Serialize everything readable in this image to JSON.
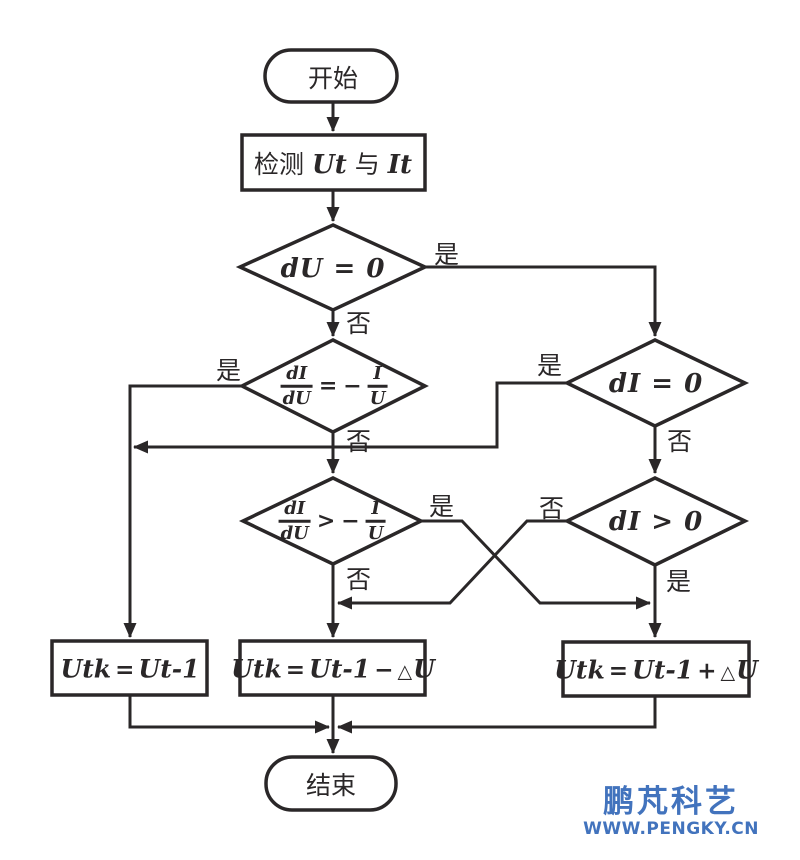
{
  "labels": {
    "yes": "是",
    "no": "否"
  },
  "nodes": {
    "start": "开始",
    "end": "结束",
    "detect": {
      "prefix": "检测",
      "v1": "U",
      "v1sub": "t",
      "conj": "与",
      "v2": "I",
      "v2sub": "t"
    },
    "d1": "dU = 0",
    "d2": {
      "n1": "dI",
      "d1": "dU",
      "rel": "=",
      "neg": "−",
      "n2": "I",
      "d2": "U"
    },
    "d3": "dI = 0",
    "d4": {
      "n1": "dI",
      "d1": "dU",
      "rel": ">",
      "neg": "−",
      "n2": "I",
      "d2": "U"
    },
    "d5": "dI > 0",
    "boxA": {
      "u1": "U",
      "s1": "tk",
      "eq": "=",
      "u2": "U",
      "s2": "t-1"
    },
    "boxB": {
      "u1": "U",
      "s1": "tk",
      "eq": "=",
      "u2": "U",
      "s2": "t-1",
      "op": "−",
      "tri": "△",
      "u3": "U"
    },
    "boxC": {
      "u1": "U",
      "s1": "tk",
      "eq": "=",
      "u2": "U",
      "s2": "t-1",
      "op": "+",
      "tri": "△",
      "u3": "U"
    }
  },
  "watermark": {
    "title": "鹏芃科艺",
    "url": "WWW.PENGKY.CN",
    "color": "#4273bd"
  },
  "colors": {
    "line": "#2a2728",
    "background": "#ffffff"
  }
}
